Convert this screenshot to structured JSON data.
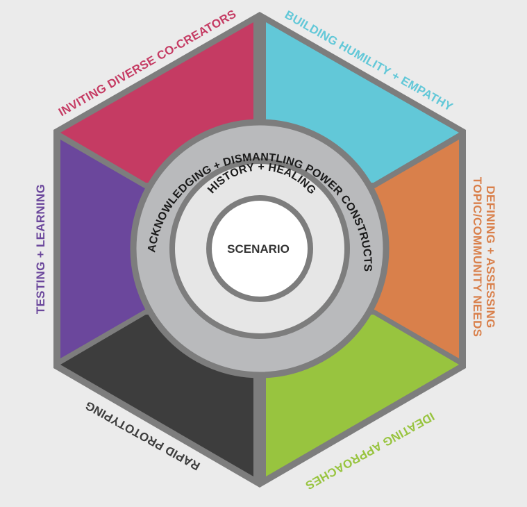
{
  "segments": [
    {
      "id": "inviting",
      "label": "INVITING DIVERSE CO-CREATORS",
      "color": "#c53b63"
    },
    {
      "id": "humility",
      "label": "BUILDING HUMILITY + EMPATHY",
      "color": "#62c8d8"
    },
    {
      "id": "defining",
      "label_line1": "DEFINING + ASSESSING",
      "label_line2": "TOPIC/COMMUNITY NEEDS",
      "color": "#d9804b"
    },
    {
      "id": "ideating",
      "label": "IDEATING APPROACHES",
      "color": "#98c43f"
    },
    {
      "id": "prototyping",
      "label": "RAPID PROTOTYPING",
      "color": "#3d3d3d"
    },
    {
      "id": "testing",
      "label": "TESTING + LEARNING",
      "color": "#6b479c"
    }
  ],
  "rings": {
    "outer": "ACKNOWLEDGING + DISMANTLING POWER CONSTRUCTS",
    "middle": "HISTORY + HEALING",
    "center": "SCENARIO"
  },
  "colors": {
    "background": "#ebebeb",
    "frame": "#7d7d7d",
    "outer_ring": "#b9babc",
    "middle_ring": "#e6e6e6",
    "center": "#ffffff"
  }
}
